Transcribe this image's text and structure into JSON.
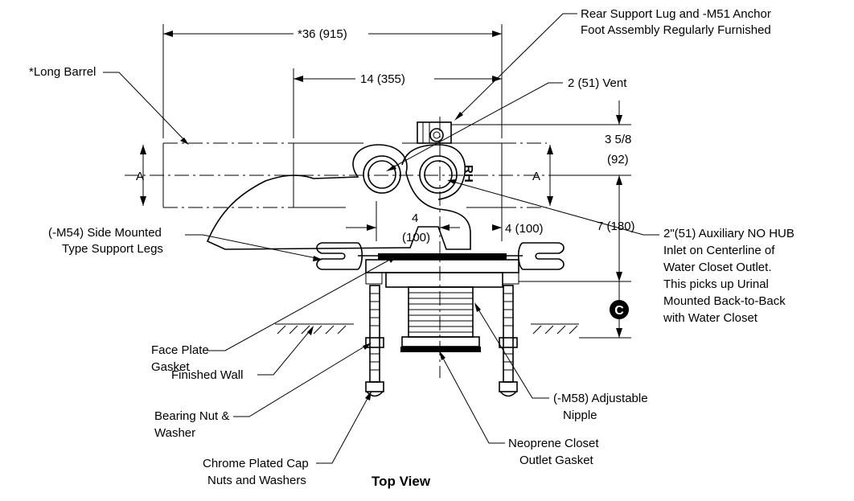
{
  "title": "Top View",
  "dimensions": {
    "overall": "*36 (915)",
    "barrel": "14 (355)",
    "lug_a": "3 5/8",
    "lug_b": "(92)",
    "wall": "7 (180)",
    "left_a": "4",
    "left_b": "(100)",
    "right": "4 (100)",
    "a_left": "A",
    "a_right": "A"
  },
  "callouts": {
    "rear_lug": [
      "Rear Support Lug and -M51 Anchor",
      "Foot Assembly Regularly Furnished"
    ],
    "long_barrel": "*Long Barrel",
    "vent": "2 (51) Vent",
    "legs": [
      "(-M54) Side Mounted",
      "Type Support Legs"
    ],
    "aux_inlet": [
      "2\"(51) Auxiliary NO HUB",
      "Inlet on Centerline of",
      "Water Closet Outlet.",
      "This picks up Urinal",
      "Mounted Back-to-Back",
      "with Water Closet"
    ],
    "face_plate": [
      "Face Plate",
      "Gasket"
    ],
    "finished_wall": "Finished Wall",
    "bearing_nut": [
      "Bearing Nut &",
      "Washer"
    ],
    "cap_nuts": [
      "Chrome Plated Cap",
      "Nuts and Washers"
    ],
    "nipple": [
      "(-M58) Adjustable",
      "Nipple"
    ],
    "neoprene": [
      "Neoprene Closet",
      "Outlet Gasket"
    ],
    "rh_mark": "RH",
    "cl_mark": "C"
  }
}
